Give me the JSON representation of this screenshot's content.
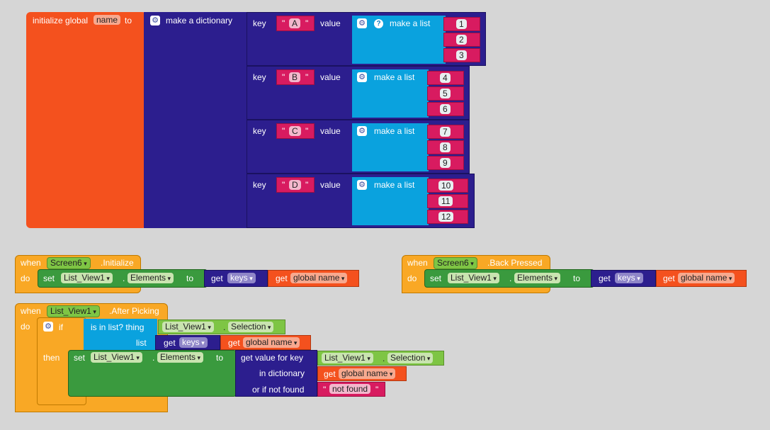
{
  "init_block": {
    "initialize_label": "initialize global",
    "var_name": "name",
    "to_label": "to",
    "dict_label": "make a dictionary"
  },
  "pair_labels": {
    "key": "key",
    "value": "value"
  },
  "pairs": [
    {
      "key": "A",
      "list_label": "make a list",
      "items": [
        "1",
        "2",
        "3"
      ]
    },
    {
      "key": "B",
      "list_label": "make a list",
      "items": [
        "4",
        "5",
        "6"
      ]
    },
    {
      "key": "C",
      "list_label": "make a list",
      "items": [
        "7",
        "8",
        "9"
      ]
    },
    {
      "key": "D",
      "list_label": "make a list",
      "items": [
        "10",
        "11",
        "12"
      ]
    }
  ],
  "event_init": {
    "when": "when",
    "component": "Screen6",
    "event": ".Initialize",
    "do": "do",
    "set": "set",
    "target": "List_View1",
    "dot": ".",
    "property": "Elements",
    "to": "to",
    "get": "get",
    "keys": "keys",
    "get2": "get",
    "global_var": "global name"
  },
  "event_back": {
    "when": "when",
    "component": "Screen6",
    "event": ".Back Pressed",
    "do": "do",
    "set": "set",
    "target": "List_View1",
    "dot": ".",
    "property": "Elements",
    "to": "to",
    "get": "get",
    "keys": "keys",
    "get2": "get",
    "global_var": "global name"
  },
  "event_pick": {
    "when": "when",
    "component": "List_View1",
    "event": ".After Picking",
    "do": "do",
    "if": "if",
    "is_in_list": "is in list? thing",
    "thing_comp": "List_View1",
    "dot": ".",
    "thing_prop": "Selection",
    "list_label": "list",
    "get": "get",
    "keys": "keys",
    "get2": "get",
    "global_var": "global name",
    "then": "then",
    "set": "set",
    "target": "List_View1",
    "property": "Elements",
    "to": "to",
    "get_value": "get value for key",
    "key_comp": "List_View1",
    "key_prop": "Selection",
    "in_dict": "in dictionary",
    "get3": "get",
    "dict_var": "global name",
    "not_found_label": "or if not found",
    "not_found": "not found"
  },
  "colors": {
    "variables": "#f4511e",
    "dictionaries": "#2c1e8e",
    "lists": "#0aa2de",
    "text": "#d81b60",
    "control": "#f9a825",
    "components": "#3a9a3e"
  }
}
